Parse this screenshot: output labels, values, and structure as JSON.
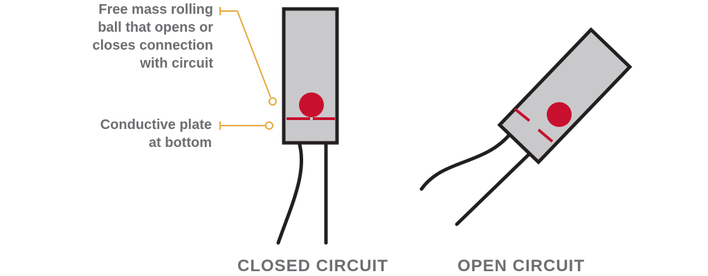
{
  "colors": {
    "case_fill": "#c9c9cb",
    "outline": "#231f20",
    "ball": "#c8102e",
    "leader": "#e5a93a",
    "text": "#6d6e71"
  },
  "annotations": {
    "ball_lines": [
      "Free mass rolling",
      "ball that opens or",
      "closes connection",
      "with circuit"
    ],
    "plate_lines": [
      "Conductive plate",
      "at bottom"
    ]
  },
  "captions": {
    "closed": "CLOSED CIRCUIT",
    "open": "OPEN CIRCUIT"
  }
}
